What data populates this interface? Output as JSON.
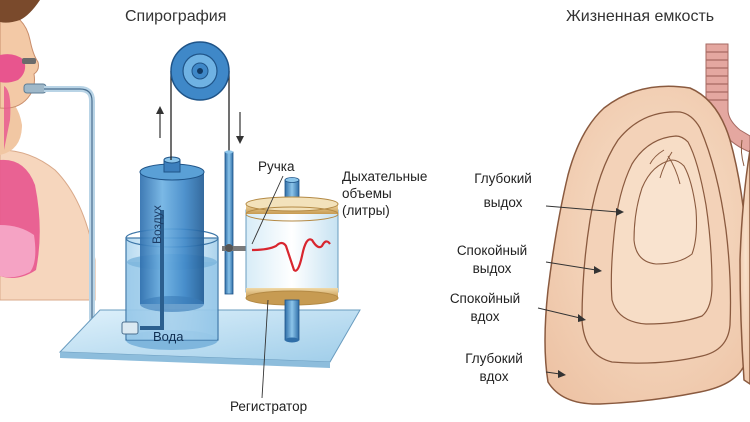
{
  "left_title": "Спирография",
  "right_title": "Жизненная емкость",
  "spirograph": {
    "air_label": "Воздух",
    "water_label": "Вода",
    "handle_label": "Ручка",
    "volumes_label": [
      "Дыхательные",
      "объемы",
      "(литры)"
    ],
    "recorder_label": "Регистратор"
  },
  "lungs": {
    "deep_exhale": [
      "Глубокий",
      "выдох"
    ],
    "calm_exhale": [
      "Спокойный",
      "выдох"
    ],
    "calm_inhale": [
      "Спокойный",
      "вдох"
    ],
    "deep_inhale": [
      "Глубокий",
      "вдох"
    ]
  },
  "colors": {
    "tank_blue": "#3f88c8",
    "tank_light": "#bfe0f2",
    "lung_outer": "#e6b79a",
    "lung_inner": "#f7dcc4",
    "trachea": "#e4a7a0",
    "face": "#f3c9a6",
    "lung_pink": "#e8558e",
    "trace_red": "#d8262f"
  },
  "icons": [
    "face-icon",
    "pulley-icon",
    "arrow-up-icon",
    "arrow-down-icon",
    "drum-icon",
    "lungs-icon"
  ]
}
